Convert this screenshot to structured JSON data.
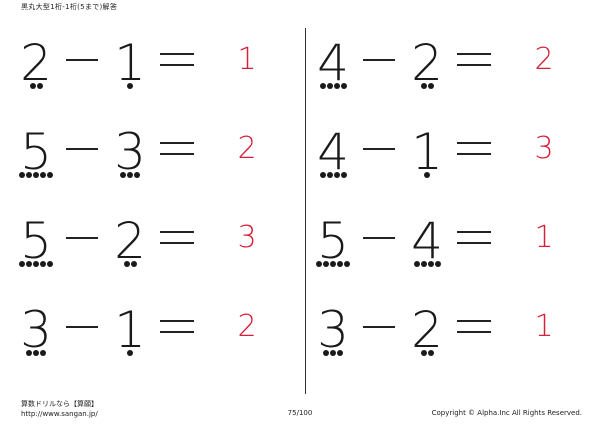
{
  "header": {
    "title": "黒丸大型1桁-1桁(5まで)解答"
  },
  "problems": [
    {
      "a": "2",
      "a_dots": 2,
      "b": "1",
      "b_dots": 1,
      "answer": "1"
    },
    {
      "a": "5",
      "a_dots": 5,
      "b": "3",
      "b_dots": 3,
      "answer": "2"
    },
    {
      "a": "5",
      "a_dots": 5,
      "b": "2",
      "b_dots": 2,
      "answer": "3"
    },
    {
      "a": "3",
      "a_dots": 3,
      "b": "1",
      "b_dots": 1,
      "answer": "2"
    },
    {
      "a": "4",
      "a_dots": 4,
      "b": "2",
      "b_dots": 2,
      "answer": "2"
    },
    {
      "a": "4",
      "a_dots": 4,
      "b": "1",
      "b_dots": 1,
      "answer": "3"
    },
    {
      "a": "5",
      "a_dots": 5,
      "b": "4",
      "b_dots": 4,
      "answer": "1"
    },
    {
      "a": "3",
      "a_dots": 3,
      "b": "2",
      "b_dots": 2,
      "answer": "1"
    }
  ],
  "footer": {
    "site_name": "算数ドリルなら【算願】",
    "url": "http://www.sangan.jp/",
    "page": "75/100",
    "copyright": "Copyright © Alpha.Inc All Rights Reserved."
  },
  "colors": {
    "answer": "#d6203a",
    "ink": "#1a1a1a"
  }
}
